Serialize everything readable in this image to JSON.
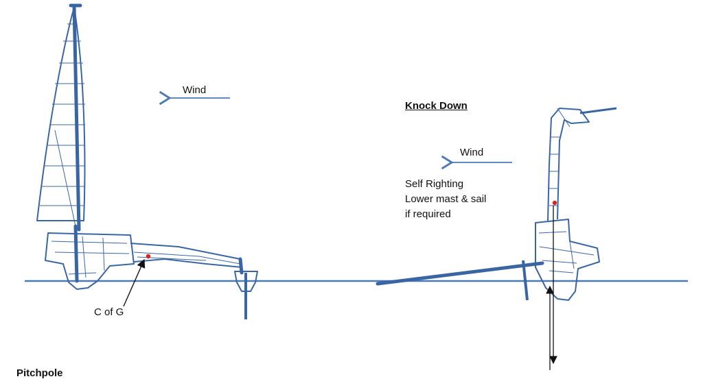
{
  "colors": {
    "boat": "#3a65a3",
    "water": "#4a78b8",
    "cg_marker": "#e02020",
    "force_arrow": "#111111",
    "wind_arrow": "#4a78b8",
    "text": "#111111"
  },
  "left_view": {
    "wind_label": "Wind",
    "cg_label": "C of G",
    "caption": "Pitchpole"
  },
  "right_view": {
    "title": "Knock Down",
    "wind_label": "Wind",
    "note_lines": [
      "Self Righting",
      "Lower mast & sail",
      "if required"
    ]
  }
}
